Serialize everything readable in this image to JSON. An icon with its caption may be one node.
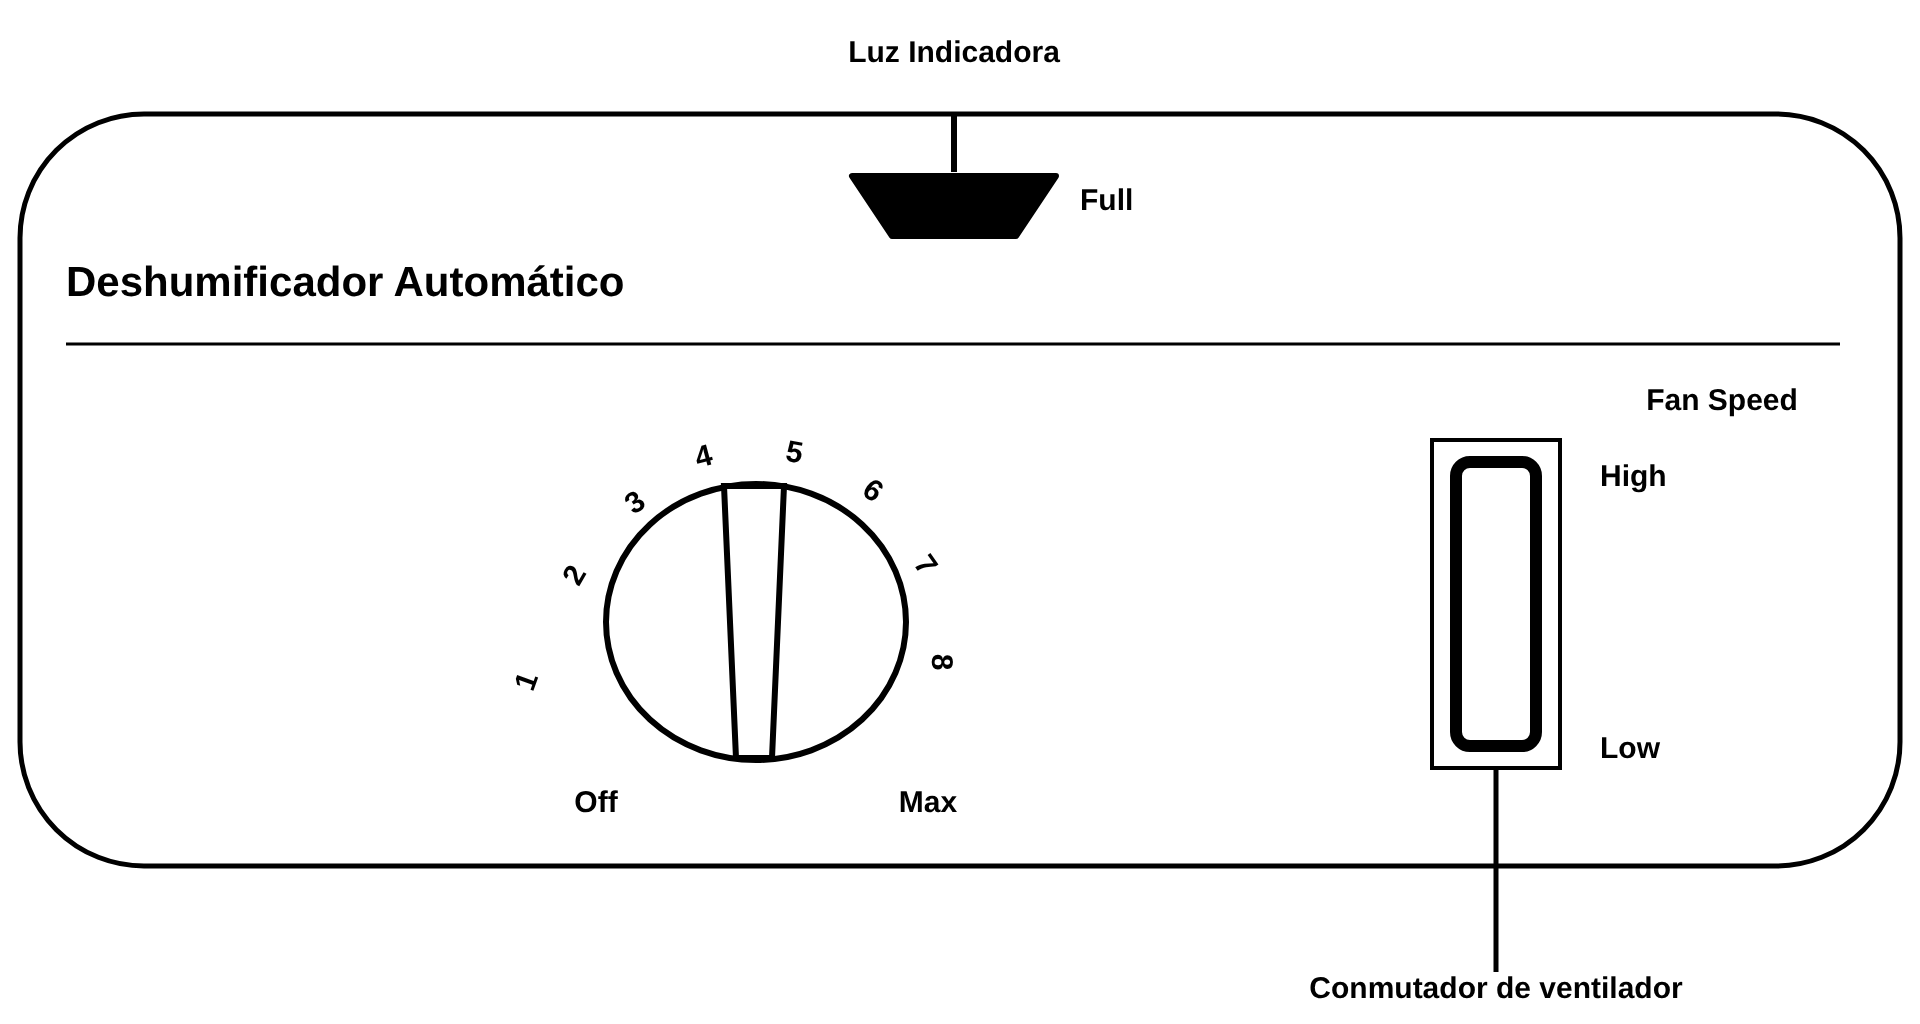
{
  "diagram": {
    "nodes": [
      {
        "text": [
          "Deshumificador Automático"
        ]
      },
      {
        "text": [],
        "shape": "trapezoid",
        "in": 0,
        "beside": [
          "Luz Indicadora",
          "Full"
        ]
      },
      {
        "text": [],
        "shape": "circle",
        "in": 0
      },
      {
        "text": [],
        "shape": "box",
        "in": 0,
        "beside": [
          "Fan Speed",
          "High",
          "Low"
        ]
      },
      {
        "text": [
          "Conmutador de ventilador"
        ]
      }
    ],
    "edges": [
      {
        "from": 4,
        "to": 3,
        "arrow": "none"
      }
    ],
    "labels": [
      "1",
      "2",
      "3",
      "4",
      "5",
      "6",
      "7",
      "8",
      "Off",
      "Max"
    ]
  }
}
